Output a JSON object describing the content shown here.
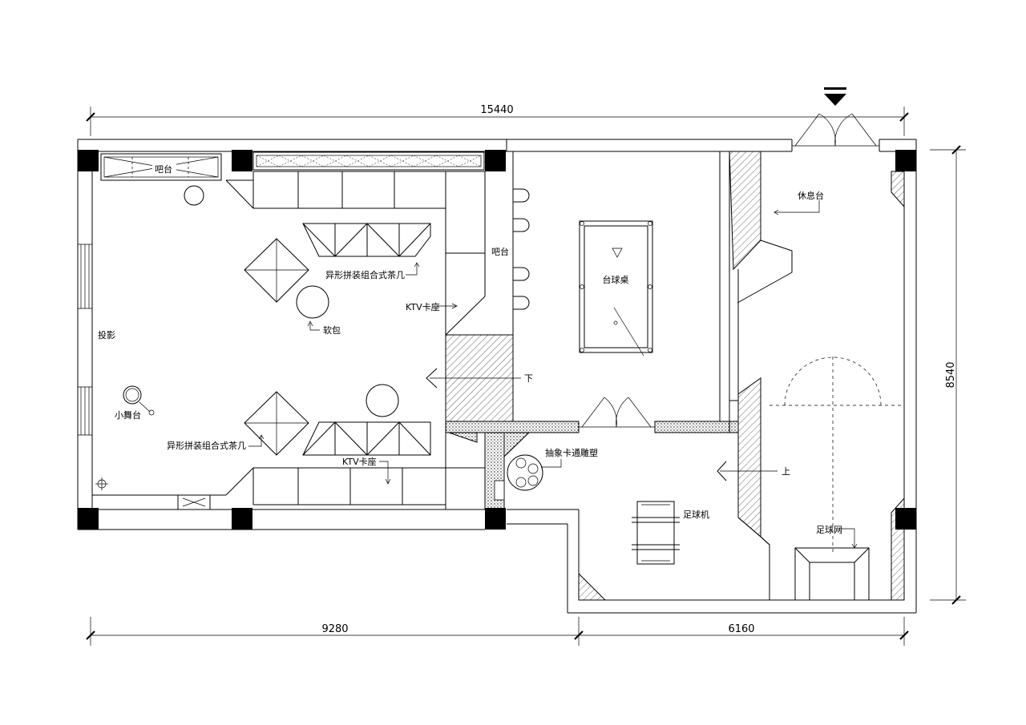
{
  "dimensions": {
    "total_width": "15440",
    "left_width": "9280",
    "right_width": "6160",
    "height": "8540"
  },
  "labels": {
    "bar_top": "吧台",
    "bar_mid": "吧台",
    "rest_counter": "休息台",
    "billiard_table": "台球桌",
    "coffee_table_top": "异形拼装组合式茶几",
    "coffee_table_bottom": "异形拼装组合式茶几",
    "ktv_seat_top": "KTV卡座",
    "ktv_seat_bottom": "KTV卡座",
    "soft_pack": "软包",
    "projection": "投影",
    "small_stage": "小舞台",
    "stairs_down": "下",
    "stairs_up": "上",
    "sculpture": "抽象卡通雕塑",
    "foosball": "足球机",
    "soccer_net": "足球网"
  },
  "colors": {
    "line": "#000000",
    "background": "#ffffff"
  }
}
